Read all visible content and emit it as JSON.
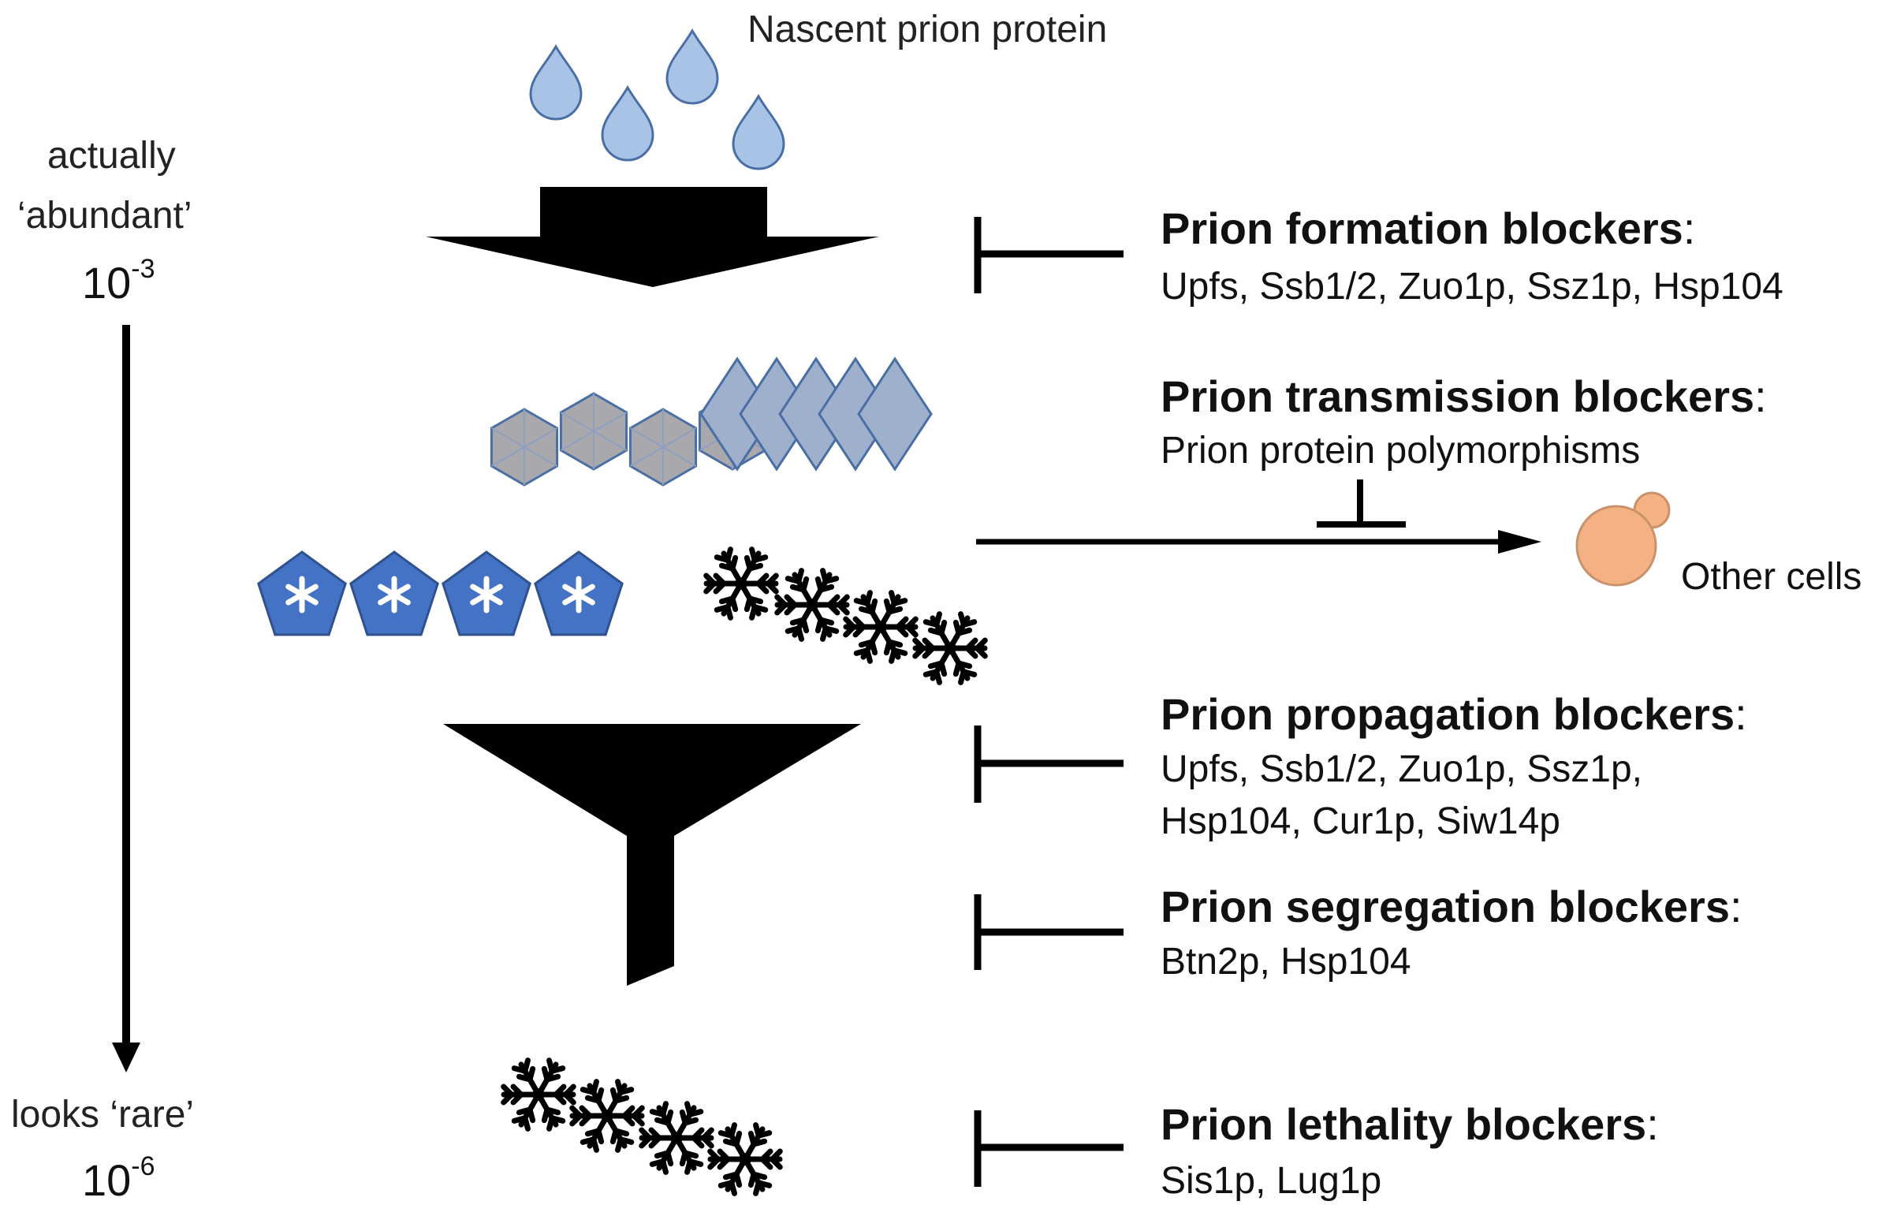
{
  "nascent_label": "Nascent prion protein",
  "scale": {
    "top_line1": "actually",
    "top_line2": "‘abundant’",
    "top_base": "10",
    "top_exp": "-3",
    "bottom_line1": "looks ‘rare’",
    "bottom_base": "10",
    "bottom_exp": "-6"
  },
  "blockers": {
    "formation": {
      "title": "Prion formation blockers",
      "colon": ":",
      "items": "Upfs, Ssb1/2, Zuo1p, Ssz1p, Hsp104"
    },
    "transmission": {
      "title": "Prion transmission blockers",
      "colon": ":",
      "items": "Prion protein polymorphisms"
    },
    "propagation": {
      "title": "Prion propagation blockers",
      "colon": ":",
      "items_line1": "Upfs, Ssb1/2, Zuo1p, Ssz1p,",
      "items_line2": "Hsp104, Cur1p, Siw14p"
    },
    "segregation": {
      "title": "Prion segregation blockers",
      "colon": ":",
      "items": "Btn2p, Hsp104"
    },
    "lethality": {
      "title": "Prion lethality blockers",
      "colon": ":",
      "items": "Sis1p, Lug1p"
    }
  },
  "other_cells_label": "Other cells",
  "colors": {
    "droplet_fill": "#a9c3e6",
    "droplet_stroke": "#4a6fa5",
    "hexagon_fill": "#a8a8ad",
    "diamond_fill": "#9eb0cb",
    "pentagon_fill": "#4472c4",
    "cell_fill": "#f4b183",
    "line": "#000000"
  }
}
